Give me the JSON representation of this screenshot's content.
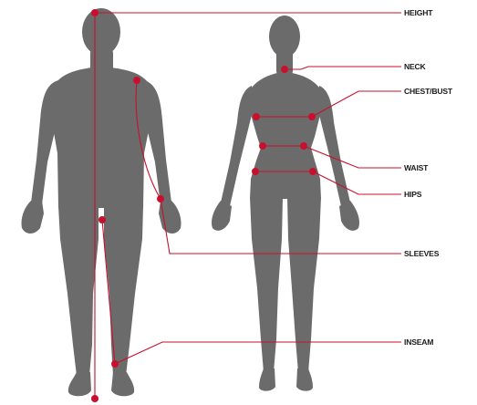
{
  "diagram": {
    "colors": {
      "background": "#ffffff",
      "silhouette": "#6b6b6b",
      "marker": "#c8102e",
      "line": "#c8102e",
      "text": "#1a1a1a"
    },
    "labels": {
      "height": "HEIGHT",
      "neck": "NECK",
      "chest_bust": "CHEST/BUST",
      "waist": "WAIST",
      "hips": "HIPS",
      "sleeves": "SLEEVES",
      "inseam": "INSEAM"
    }
  }
}
